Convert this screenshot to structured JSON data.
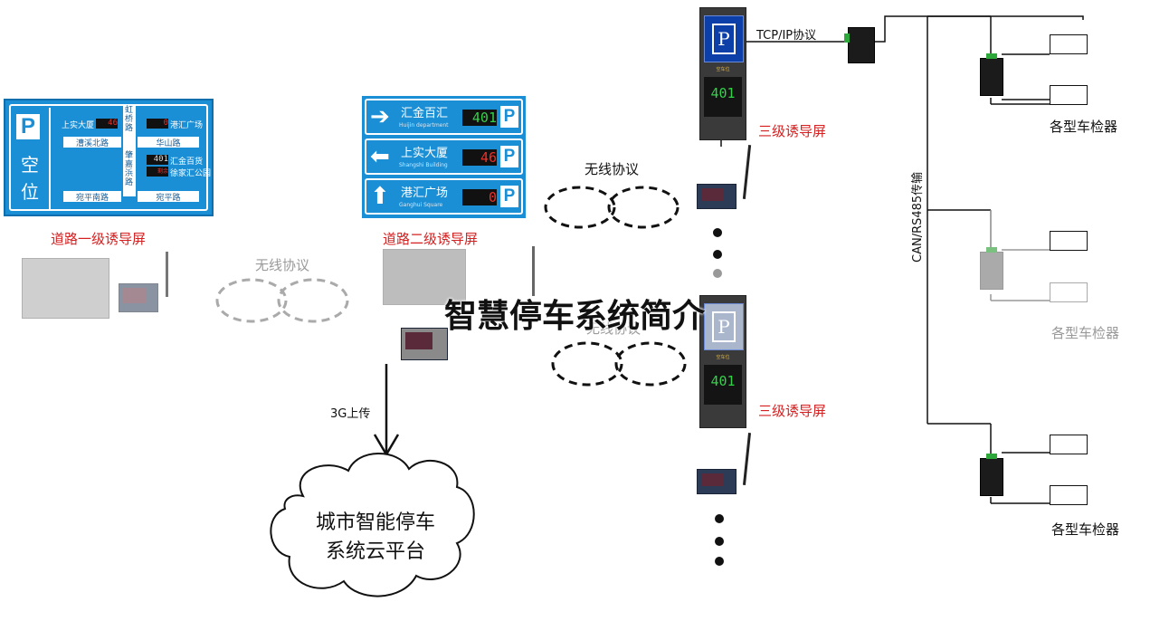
{
  "diagram_title": "智慧停车系统简介",
  "road_sign_1": {
    "label": "道路一级诱导屏",
    "p": "P",
    "vacancy_1": "空",
    "vacancy_2": "位",
    "lot_a": "上实大厦",
    "lot_a_count": "46",
    "lot_b": "港汇广场",
    "lot_b_count": "0",
    "lot_c": "汇金百货",
    "lot_c_count": "401",
    "lot_d": "徐家汇公园",
    "lot_d_count": "剩余",
    "road_1": "漕溪北路",
    "road_2": "华山路",
    "road_3": "宛平南路",
    "road_4": "宛平路",
    "vertical_road_1": "虹桥路",
    "vertical_road_2": "肇嘉浜路"
  },
  "road_sign_2": {
    "label": "道路二级诱导屏",
    "rows": [
      {
        "name": "汇金百汇",
        "sub": "Huijin department",
        "count": "401",
        "arrow": "➔",
        "p": "P"
      },
      {
        "name": "上实大厦",
        "sub": "Shangshi Building",
        "count": "46",
        "arrow": "⬅",
        "p": "P"
      },
      {
        "name": "港汇广场",
        "sub": "Ganghui Square",
        "count": "0",
        "arrow": "⬆",
        "p": "P"
      }
    ]
  },
  "wireless_label_1": "无线协议",
  "wireless_label_2": "无线协议",
  "wireless_label_3": "无线协议",
  "uplink_label": "3G上传",
  "cloud_line_1": "城市智能停车",
  "cloud_line_2": "系统云平台",
  "tcp_label": "TCP/IP协议",
  "can_label": "CAN/RS485传输",
  "kiosk_1": {
    "label": "三级诱导屏",
    "count": "401",
    "caption": "空车位",
    "p": "P"
  },
  "kiosk_2": {
    "label": "三级诱导屏",
    "count": "401",
    "caption": "空车位",
    "p": "P"
  },
  "detector_label_1": "各型车检器",
  "detector_label_2": "各型车检器",
  "detector_label_3": "各型车检器",
  "colors": {
    "sign_blue": "#1a8fd6",
    "red_label": "#d42020",
    "led_green": "#35d04a",
    "led_red": "#e8332a"
  }
}
